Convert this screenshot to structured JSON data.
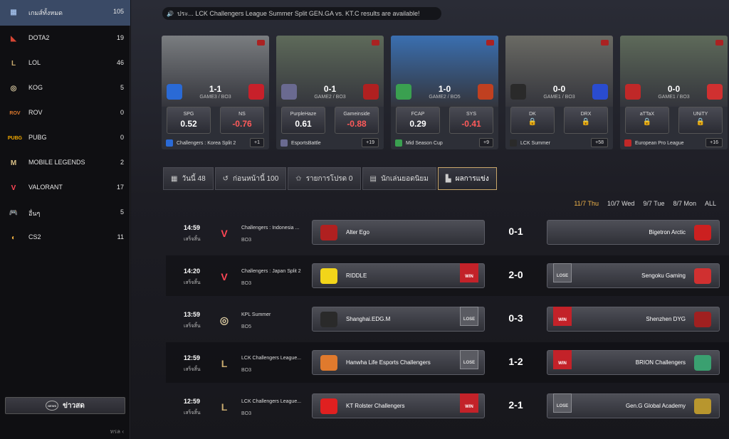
{
  "sidebar": {
    "items": [
      {
        "label": "เกมส์ทั้งหมด",
        "count": "105",
        "icon": "grid-icon",
        "icon_char": "▦",
        "color": "#9bb7e0"
      },
      {
        "label": "DOTA2",
        "count": "19",
        "icon": "dota2-icon",
        "icon_char": "◣",
        "color": "#d64533"
      },
      {
        "label": "LOL",
        "count": "46",
        "icon": "lol-icon",
        "icon_char": "L",
        "color": "#c8aa6e"
      },
      {
        "label": "KOG",
        "count": "5",
        "icon": "kog-icon",
        "icon_char": "◎",
        "color": "#d9c9a0"
      },
      {
        "label": "ROV",
        "count": "0",
        "icon": "rov-icon",
        "icon_char": "ROV",
        "color": "#e07a2d"
      },
      {
        "label": "PUBG",
        "count": "0",
        "icon": "pubg-icon",
        "icon_char": "PUBG",
        "color": "#f2a900"
      },
      {
        "label": "MOBILE LEGENDS",
        "count": "2",
        "icon": "mobile-legends-icon",
        "icon_char": "M",
        "color": "#d9c087"
      },
      {
        "label": "VALORANT",
        "count": "17",
        "icon": "valorant-icon",
        "icon_char": "V",
        "color": "#ff4655"
      },
      {
        "label": "อื่นๆ",
        "count": "5",
        "icon": "gamepad-icon",
        "icon_char": "🎮",
        "color": "#cccccc"
      },
      {
        "label": "CS2",
        "count": "11",
        "icon": "cs2-icon",
        "icon_char": "◐",
        "color": "#f0b040"
      }
    ],
    "news_label": "ข่าวสด",
    "news_icon_text": "NEWS",
    "footer": "ทรล"
  },
  "ticker": {
    "text": "ประ... LCK Challengers League Summer Split GEN.GA vs. KT.C results are available!"
  },
  "cards": [
    {
      "score": "1-1",
      "game": "GAME3 / BO3",
      "team1": "SPG",
      "odd1": "0.52",
      "team2": "NS",
      "odd2": "-0.76",
      "league": "Challengers : Korea Split 2",
      "more": "+1",
      "c1": "#2a6ad6",
      "c2": "#c8202a",
      "art": "#7a7d80"
    },
    {
      "score": "0-1",
      "game": "GAME2 / BO3",
      "team1": "PurpleHaze",
      "odd1": "0.61",
      "team2": "Gameinside",
      "odd2": "-0.88",
      "league": "EsportsBattle",
      "more": "+19",
      "c1": "#6a6a90",
      "c2": "#b02020",
      "art": "#5e6a5a"
    },
    {
      "score": "1-0",
      "game": "GAME2 / BO5",
      "team1": "FCAP",
      "odd1": "0.29",
      "team2": "SYS",
      "odd2": "-0.41",
      "league": "Mid Season Cup",
      "more": "+9",
      "c1": "#3aa050",
      "c2": "#c04020",
      "art": "#3a6fb0"
    },
    {
      "score": "0-0",
      "game": "GAME1 / BO3",
      "team1": "DK",
      "odd1": "",
      "team2": "DRX",
      "odd2": "",
      "league": "LCK Summer",
      "more": "+58",
      "c1": "#2a2a2a",
      "c2": "#2a4cd0",
      "art": "#6a6a64"
    },
    {
      "score": "0-0",
      "game": "GAME1 / BO3",
      "team1": "aTTaX",
      "odd1": "",
      "team2": "UNiTY",
      "odd2": "",
      "league": "European Pro League",
      "more": "+16",
      "c1": "#c02828",
      "c2": "#d03030",
      "art": "#5e6a5a"
    }
  ],
  "tabs": [
    {
      "label": "วันนี้ 48",
      "icon": "calendar-icon",
      "icon_char": "▦"
    },
    {
      "label": "ก่อนหน้านี้ 100",
      "icon": "history-icon",
      "icon_char": "↺"
    },
    {
      "label": "รายการโปรด 0",
      "icon": "favorite-icon",
      "icon_char": "✩"
    },
    {
      "label": "นักเล่นยอดนิยม",
      "icon": "ranking-icon",
      "icon_char": "▤"
    },
    {
      "label": "ผลการแข่ง",
      "icon": "results-icon",
      "icon_char": "▙"
    }
  ],
  "dates": [
    "11/7 Thu",
    "10/7 Wed",
    "9/7 Tue",
    "8/7 Mon",
    "ALL"
  ],
  "matches": [
    {
      "time": "14:59",
      "status": "เสร็จสิ้น",
      "league": "Challengers : Indonesia ...",
      "bo": "BO3",
      "game": "valorant",
      "game_char": "V",
      "game_color": "#ff4655",
      "team1": "Alter Ego",
      "team2": "Bigetron Arctic",
      "score": "0-1",
      "result1": "",
      "result2": "",
      "c1": "#b02020",
      "c2": "#cc2020"
    },
    {
      "time": "14:20",
      "status": "เสร็จสิ้น",
      "league": "Challengers : Japan Split 2",
      "bo": "BO3",
      "game": "valorant",
      "game_char": "V",
      "game_color": "#ff4655",
      "team1": "RIDDLE",
      "team2": "Sengoku Gaming",
      "score": "2-0",
      "result1": "WIN",
      "result2": "LOSE",
      "c1": "#f2d51a",
      "c2": "#d03030"
    },
    {
      "time": "13:59",
      "status": "เสร็จสิ้น",
      "league": "KPL Summer",
      "bo": "BO5",
      "game": "kog",
      "game_char": "◎",
      "game_color": "#d9c9a0",
      "team1": "Shanghai.EDG.M",
      "team2": "Shenzhen DYG",
      "score": "0-3",
      "result1": "LOSE",
      "result2": "WIN",
      "c1": "#2a2a2a",
      "c2": "#a02020"
    },
    {
      "time": "12:59",
      "status": "เสร็จสิ้น",
      "league": "LCK Challengers League...",
      "bo": "BO3",
      "game": "lol",
      "game_char": "L",
      "game_color": "#c8aa6e",
      "team1": "Hanwha Life Esports Challengers",
      "team2": "BRION Challengers",
      "score": "1-2",
      "result1": "LOSE",
      "result2": "WIN",
      "c1": "#e07a2d",
      "c2": "#3aa070"
    },
    {
      "time": "12:59",
      "status": "เสร็จสิ้น",
      "league": "LCK Challengers League...",
      "bo": "BO3",
      "game": "lol",
      "game_char": "L",
      "game_color": "#c8aa6e",
      "team1": "KT Rolster Challengers",
      "team2": "Gen.G Global Academy",
      "score": "2-1",
      "result1": "WIN",
      "result2": "LOSE",
      "c1": "#e02020",
      "c2": "#b8962e"
    }
  ]
}
